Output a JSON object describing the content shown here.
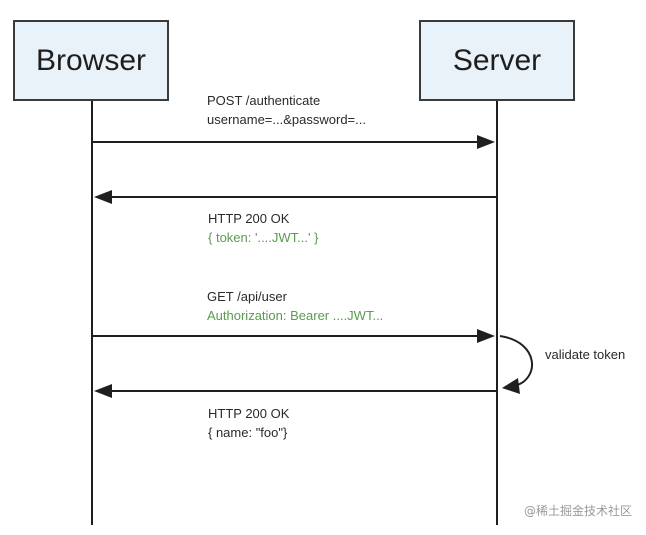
{
  "colors": {
    "box_fill": "#e9f1f9",
    "line": "#1f1f1f",
    "accent_green": "#5a9b4f"
  },
  "actors": {
    "browser": "Browser",
    "server": "Server"
  },
  "messages": {
    "login_request": {
      "line1": "POST /authenticate",
      "line2": "username=...&password=..."
    },
    "login_response": {
      "line1": "HTTP 200 OK",
      "line2": "{ token: '....JWT...' }"
    },
    "api_request": {
      "line1": "GET /api/user",
      "line2": "Authorization: Bearer ....JWT..."
    },
    "api_response": {
      "line1": "HTTP 200 OK",
      "line2": "{ name: \"foo\"}"
    }
  },
  "self_note": "validate token",
  "watermark": "@稀土掘金技术社区"
}
